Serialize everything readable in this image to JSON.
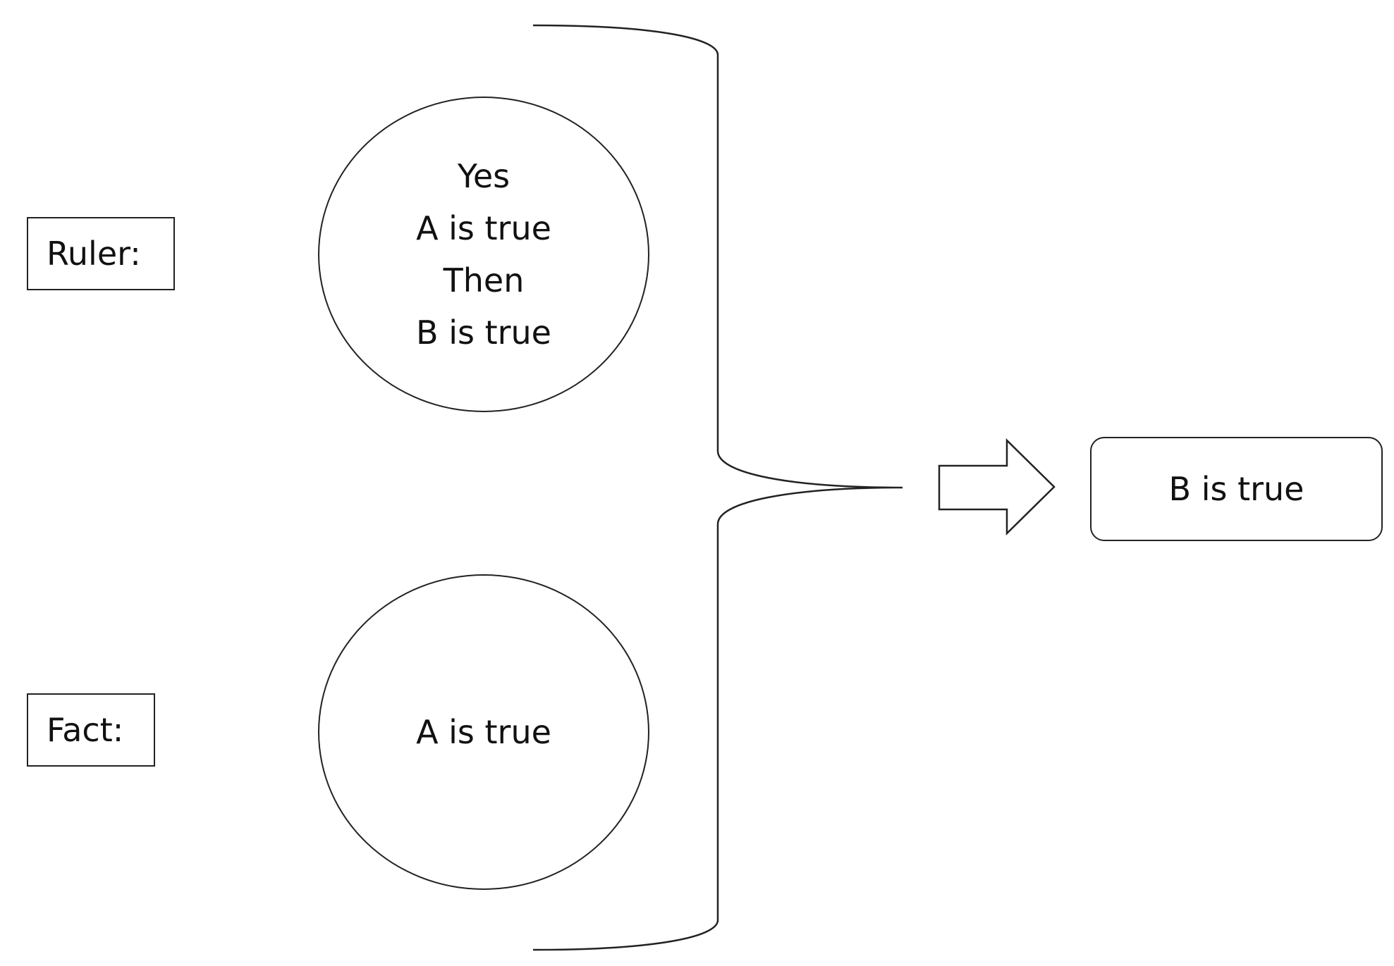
{
  "labels": {
    "ruler": "Ruler:",
    "fact": "Fact:"
  },
  "rule_circle": {
    "lines": [
      "Yes",
      "A is true",
      "Then",
      "B is true"
    ]
  },
  "fact_circle": {
    "text": "A is true"
  },
  "result": {
    "text": "B is true"
  },
  "colors": {
    "stroke": "#222222",
    "background": "#ffffff"
  }
}
